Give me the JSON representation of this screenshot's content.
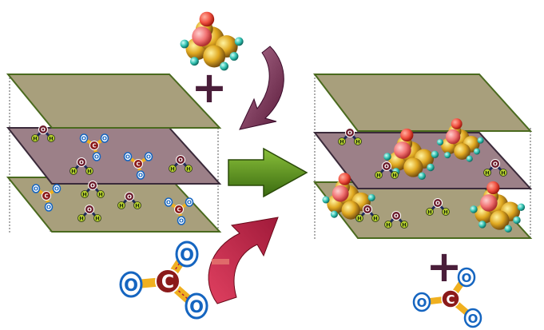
{
  "colors": {
    "layer_clay": "#a89f7c",
    "layer_interlayer": "#9c8088",
    "edge_green": "#4a6a1e",
    "arrow_main": "#5a8a1a",
    "arrow_top": "#7a3a5a",
    "arrow_bottom": "#c0304a",
    "sign_plus": "#4a1e3a",
    "sign_minus": "#e06a6a",
    "atom_oxygen": "#1565c0",
    "atom_carbon": "#8b1a1a",
    "atom_hydrogen": "#a8c020",
    "bond": "#f0b020"
  },
  "labels": {
    "oxygen": "O",
    "carbon": "C",
    "hydrogen": "H",
    "plus": "+",
    "minus": "-"
  }
}
